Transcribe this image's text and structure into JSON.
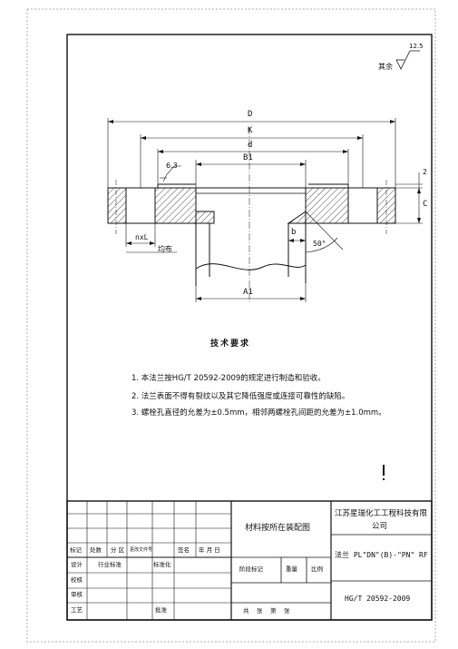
{
  "drawing": {
    "roughness_label": "其余",
    "roughness_value": "12.5",
    "surface_roughness_local": "6.3",
    "dimensions": {
      "D": "D",
      "K": "K",
      "d": "d",
      "B1": "B1",
      "A1": "A1",
      "C": "C",
      "thickness_step": "2",
      "b": "b",
      "angle": "50°",
      "holes": "nxL",
      "holes_note": "均布"
    }
  },
  "requirements": {
    "title": "技术要求",
    "items": [
      "1. 本法兰按HG/T 20592-2009的规定进行制造和验收。",
      "2. 法兰表面不得有裂纹以及其它降低强度或连接可靠性的缺陷。",
      "3. 螺栓孔直径的允差为±0.5mm，相邻两螺栓孔间距的允差为±1.0mm。"
    ]
  },
  "title_block": {
    "material_note": "材料按所在装配图",
    "company": [
      "江苏星瑞化工工程科技有限",
      "公司"
    ],
    "part_name": "法兰 PL\"DN\"(B)-\"PN\" RF",
    "standard": "HG/T 20592-2009",
    "rev_headers": [
      "标记",
      "处数",
      "分 区",
      "更改文件号",
      "签名",
      "年 月 日"
    ],
    "rows": [
      {
        "label": "设计",
        "std_label": "标准化"
      },
      {
        "label": "校核"
      },
      {
        "label": "审核"
      },
      {
        "label": "工艺",
        "approve_label": "批准"
      }
    ],
    "industry_std": "行业标准",
    "stage_mark": "阶段标记",
    "weight": "重量",
    "scale": "比例",
    "sheets": "共　张　第　张"
  }
}
